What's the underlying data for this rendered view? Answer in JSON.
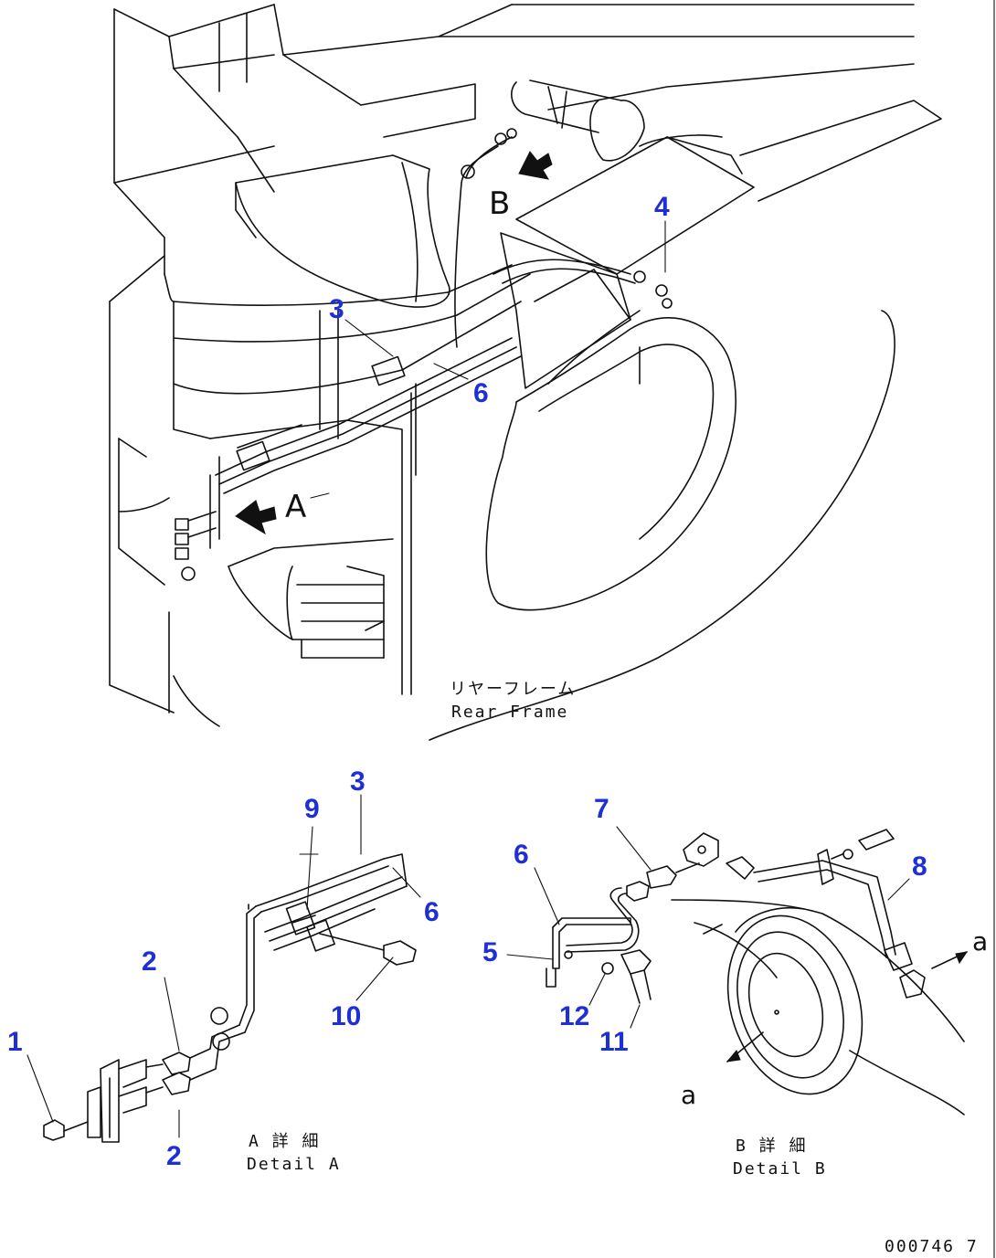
{
  "drawing_number": "000746 7",
  "callouts": [
    {
      "id": "c3-top",
      "text": "3"
    },
    {
      "id": "c4",
      "text": "4"
    },
    {
      "id": "c6-top",
      "text": "6"
    },
    {
      "id": "c1",
      "text": "1"
    },
    {
      "id": "c2-upper",
      "text": "2"
    },
    {
      "id": "c2-lower",
      "text": "2"
    },
    {
      "id": "c9",
      "text": "9"
    },
    {
      "id": "c3-detail",
      "text": "3"
    },
    {
      "id": "c6-detailA",
      "text": "6"
    },
    {
      "id": "c10",
      "text": "10"
    },
    {
      "id": "c7",
      "text": "7"
    },
    {
      "id": "c6-detailB",
      "text": "6"
    },
    {
      "id": "c5",
      "text": "5"
    },
    {
      "id": "c12",
      "text": "12"
    },
    {
      "id": "c11",
      "text": "11"
    },
    {
      "id": "c8",
      "text": "8"
    }
  ],
  "view_letters": {
    "a": "A",
    "b": "B",
    "small_a_right": "a",
    "small_a_left": "a"
  },
  "captions": {
    "rear_frame_jp": "リヤーフレーム",
    "rear_frame_en": "Rear Frame",
    "detail_a_jp": "A 詳 細",
    "detail_a_en": "Detail A",
    "detail_b_jp": "B 詳 細",
    "detail_b_en": "Detail B"
  },
  "colors": {
    "callout": "#1f2fd6",
    "line": "#111111",
    "background": "#ffffff"
  }
}
